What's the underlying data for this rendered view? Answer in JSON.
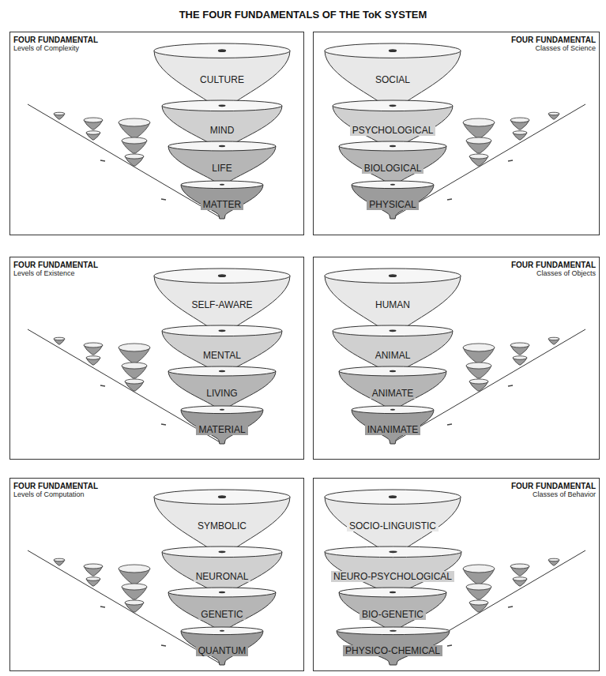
{
  "diagram": {
    "title": "THE FOUR FUNDAMENTALS OF THE ToK SYSTEM",
    "nodes": [
      {
        "text": [
          "FOUR FUNDAMENTAL",
          "Levels of Complexity"
        ]
      },
      {
        "text": [
          "CULTURE"
        ],
        "in": 0
      },
      {
        "text": [
          "MIND"
        ],
        "in": 0
      },
      {
        "text": [
          "LIFE"
        ],
        "in": 0
      },
      {
        "text": [
          "MATTER"
        ],
        "in": 0
      },
      {
        "text": [
          "FOUR FUNDAMENTAL",
          "Classes of Science"
        ]
      },
      {
        "text": [
          "SOCIAL"
        ],
        "in": 5
      },
      {
        "text": [
          "PSYCHOLOGICAL"
        ],
        "in": 5
      },
      {
        "text": [
          "BIOLOGICAL"
        ],
        "in": 5
      },
      {
        "text": [
          "PHYSICAL"
        ],
        "in": 5
      },
      {
        "text": [
          "FOUR FUNDAMENTAL",
          "Levels of Existence"
        ]
      },
      {
        "text": [
          "SELF-AWARE"
        ],
        "in": 10
      },
      {
        "text": [
          "MENTAL"
        ],
        "in": 10
      },
      {
        "text": [
          "LIVING"
        ],
        "in": 10
      },
      {
        "text": [
          "MATERIAL"
        ],
        "in": 10
      },
      {
        "text": [
          "FOUR FUNDAMENTAL",
          "Classes of Objects"
        ]
      },
      {
        "text": [
          "HUMAN"
        ],
        "in": 15
      },
      {
        "text": [
          "ANIMAL"
        ],
        "in": 15
      },
      {
        "text": [
          "ANIMATE"
        ],
        "in": 15
      },
      {
        "text": [
          "INANIMATE"
        ],
        "in": 15
      },
      {
        "text": [
          "FOUR FUNDAMENTAL",
          "Levels of Computation"
        ]
      },
      {
        "text": [
          "SYMBOLIC"
        ],
        "in": 20
      },
      {
        "text": [
          "NEURONAL"
        ],
        "in": 20
      },
      {
        "text": [
          "GENETIC"
        ],
        "in": 20
      },
      {
        "text": [
          "QUANTUM"
        ],
        "in": 20
      },
      {
        "text": [
          "FOUR FUNDAMENTAL",
          "Classes of Behavior"
        ]
      },
      {
        "text": [
          "SOCIO-LINGUISTIC"
        ],
        "in": 25
      },
      {
        "text": [
          "NEURO-PSYCHOLOGICAL"
        ],
        "in": 25
      },
      {
        "text": [
          "BIO-GENETIC"
        ],
        "in": 25
      },
      {
        "text": [
          "PHYSICO-CHEMICAL"
        ],
        "in": 25
      }
    ]
  }
}
